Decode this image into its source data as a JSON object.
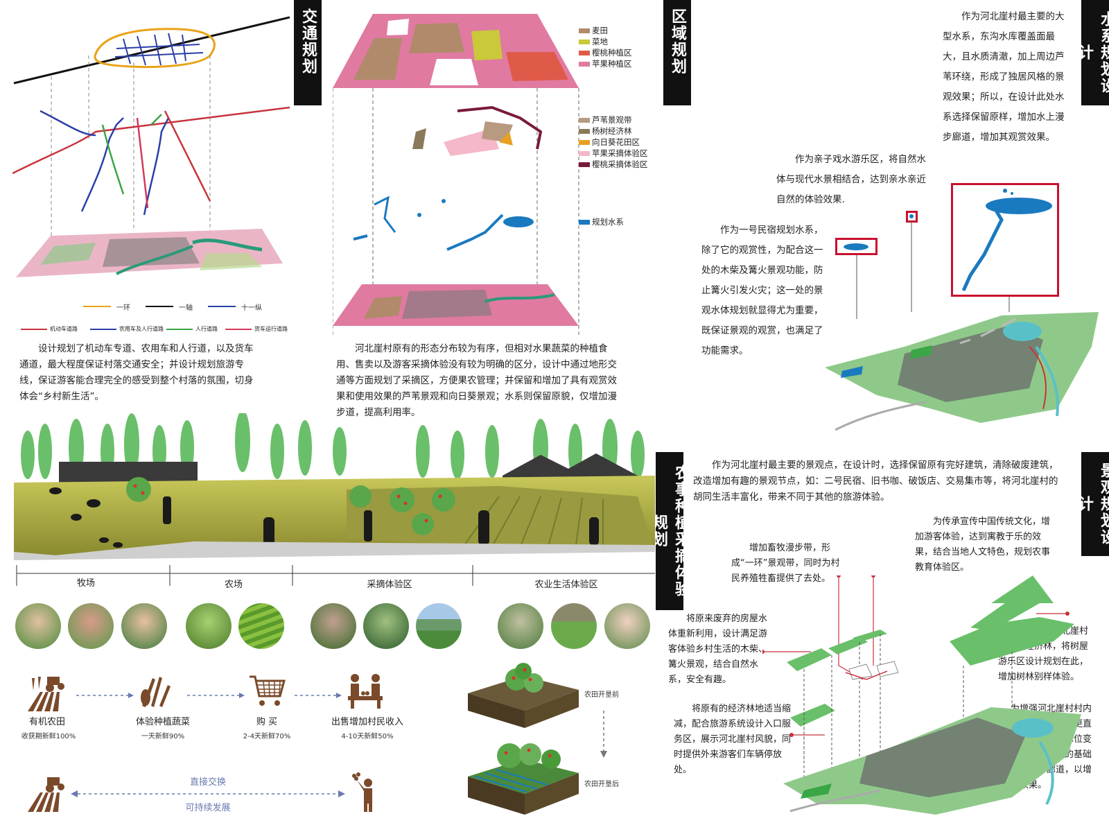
{
  "titles": {
    "traffic": "交通规划",
    "zoning": "区域规划",
    "water": "水系规划设计",
    "farming": "农事种植采摘体验规划",
    "landscape": "景观规划设计"
  },
  "traffic": {
    "legend_row1": [
      "一环",
      "一轴",
      "十一纵"
    ],
    "legend_row2": [
      "机动车道路",
      "农用车及人行道路",
      "人行道路",
      "货车运行道路"
    ],
    "description": "设计规划了机动车专道、农用车和人行道，以及货车通道，最大程度保证村落交通安全；并设计规划旅游专线，保证游客能合理完全的感受到整个村落的氛围，切身体会“乡村新生活”。",
    "colors": {
      "ring": "#e8a317",
      "axis": "#111111",
      "vertical": "#2a3fa8",
      "motor": "#c8323c",
      "farm": "#2a3fa8",
      "walk": "#3aa646",
      "truck": "#d43a5a"
    }
  },
  "zoning": {
    "legend_top": [
      {
        "label": "麦田",
        "color": "#b08a6b"
      },
      {
        "label": "菜地",
        "color": "#c9c93a"
      },
      {
        "label": "樱桃种植区",
        "color": "#e05a4a"
      },
      {
        "label": "苹果种植区",
        "color": "#e07aa0"
      }
    ],
    "legend_mid": [
      {
        "label": "芦苇景观带",
        "color": "#b89a80"
      },
      {
        "label": "杨树经济林",
        "color": "#8a7a5a"
      },
      {
        "label": "向日葵花田区",
        "color": "#e8a020"
      },
      {
        "label": "苹果采摘体验区",
        "color": "#f4b8c8"
      },
      {
        "label": "樱桃采摘体验区",
        "color": "#7a1a3a"
      }
    ],
    "legend_water": [
      {
        "label": "规划水系",
        "color": "#1a7ac0"
      }
    ],
    "description": "河北崖村原有的形态分布较为有序，但相对水果蔬菜的种植食用、售卖以及游客采摘体验没有较为明确的区分，设计中通过地形交通等方面规划了采摘区，方便果农管理；并保留和增加了具有观赏效果和使用效果的芦苇景观和向日葵景观；水系则保留原貌，仅增加漫步道，提高利用率。"
  },
  "water": {
    "text_main": "作为河北崖村最主要的大型水系，东沟水库覆盖面最大，且水质清澈，加上周边芦苇环绕，形成了独居风格的景观效果；所以，在设计此处水系选择保留原样，增加水上漫步廊道，增加其观赏效果。",
    "text_play": "作为亲子戏水游乐区，将自然水体与现代水景相结合，达到亲水亲近自然的体验效果.",
    "text_minsu": "作为一号民宿规划水系，除了它的观赏性，为配合这一处的木柴及篝火景观功能，防止篝火引发火灾；这一处的景观水体规划就显得尤为重要，既保证景观的观赏，也满足了功能需求。"
  },
  "farming": {
    "sections": [
      "牧场",
      "农场",
      "采摘体验区",
      "农业生活体验区"
    ],
    "steps": [
      {
        "label": "有机农田",
        "sub": "收获期新鲜100%"
      },
      {
        "label": "体验种植蔬菜",
        "sub": "一天新鲜90%"
      },
      {
        "label": "购 买",
        "sub": "2-4天新鲜70%"
      },
      {
        "label": "出售增加村民收入",
        "sub": "4-10天新鲜50%"
      }
    ],
    "exchange_top": "直接交换",
    "exchange_bottom": "可持续发展",
    "field_before": "农田开垦前",
    "field_after": "农田开垦后"
  },
  "landscape": {
    "intro": "作为河北崖村最主要的景观点，在设计时，选择保留原有完好建筑，清除破废建筑，改造增加有趣的景观节点，如：二号民宿、旧书咖、破饭店、交易集市等，将河北崖村的胡同生活丰富化，带来不同于其他的旅游体验。",
    "c1": "增加畜牧漫步带，形成“一环”景观带，同时为村民养殖牲畜提供了去处。",
    "c2": "为传承宣传中国传统文化，增加游客体验，达到寓教于乐的效果，结合当地人文特色，规划农事教育体验区。",
    "c3": "将原来废弃的房屋水体重新利用，设计满足游客体验乡村生活的木柴、篝火景观，结合自然水系，安全有趣。",
    "c4": "为了保留河北崖村原有的经济林，将树屋游乐区设计规划在此，增加树林别样体验。",
    "c5": "将原有的经济林地适当缩减，配合旅游系统设计入口服务区，展示河北崖村风貌，同时提供外来游客们车辆停放处。",
    "c6": "为增强河北崖村村内水系利用率，让游客更直观感受潮起潮落的水位变化，在保留原岸线的基础上，设计漫步廊道，以增加亲水效果。"
  }
}
